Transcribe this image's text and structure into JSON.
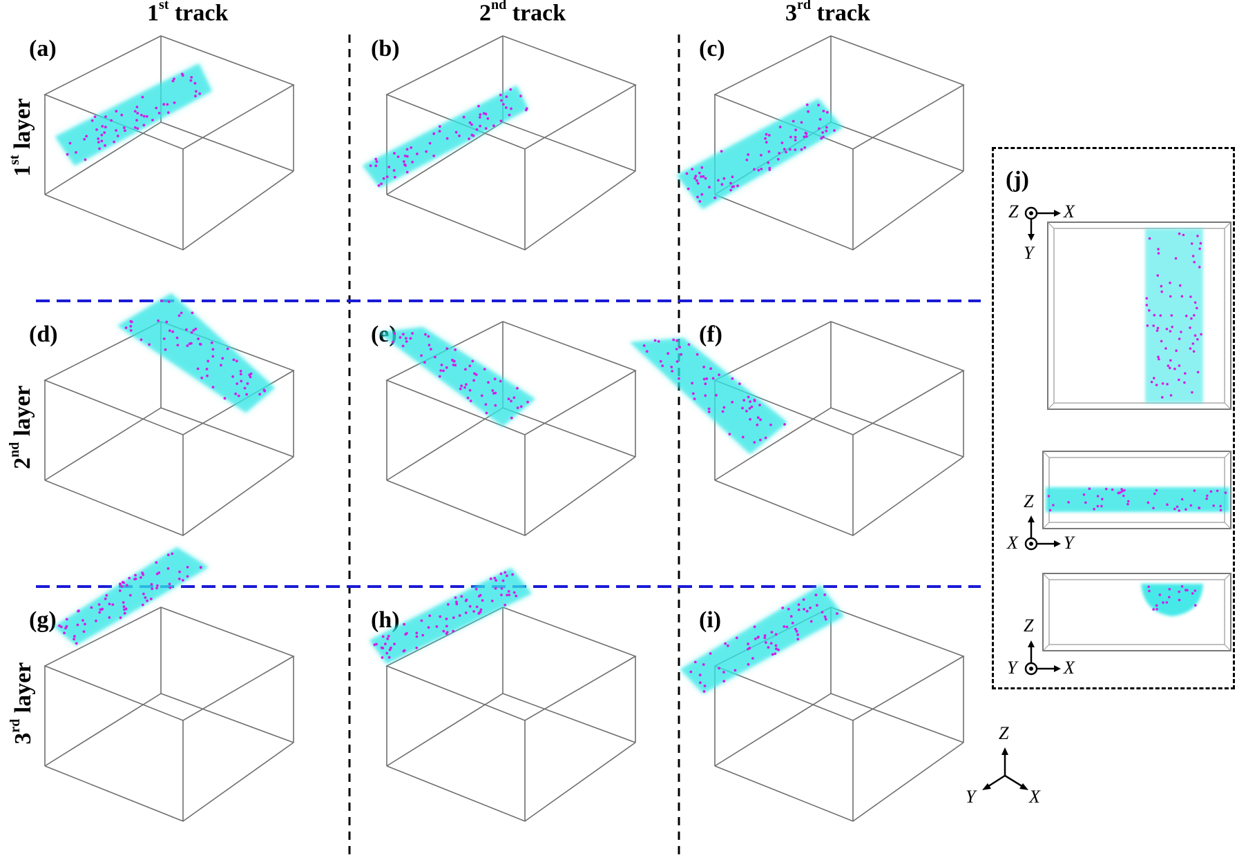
{
  "figure": {
    "columns": [
      {
        "label": "1",
        "suffix": "st",
        "rest": " track"
      },
      {
        "label": "2",
        "suffix": "nd",
        "rest": " track"
      },
      {
        "label": "3",
        "suffix": "rd",
        "rest": " track"
      }
    ],
    "rows": [
      {
        "label": "1",
        "suffix": "st",
        "rest": " layer"
      },
      {
        "label": "2",
        "suffix": "nd",
        "rest": " layer"
      },
      {
        "label": "3",
        "suffix": "rd",
        "rest": " layer"
      }
    ],
    "panel_labels": [
      "(a)",
      "(b)",
      "(c)",
      "(d)",
      "(e)",
      "(f)",
      "(g)",
      "(h)",
      "(i)",
      "(j)"
    ],
    "axes": {
      "x": "X",
      "y": "Y",
      "z": "Z"
    },
    "colors": {
      "melt_pool": "#33e6e6",
      "particles": "#d21ee6",
      "box_lines": "#6e6e6e",
      "row_divider": "#1a1ad6",
      "column_divider": "#000000"
    },
    "icons": [
      "out-of-plane-axis-icon",
      "axis-arrow-icon"
    ]
  }
}
